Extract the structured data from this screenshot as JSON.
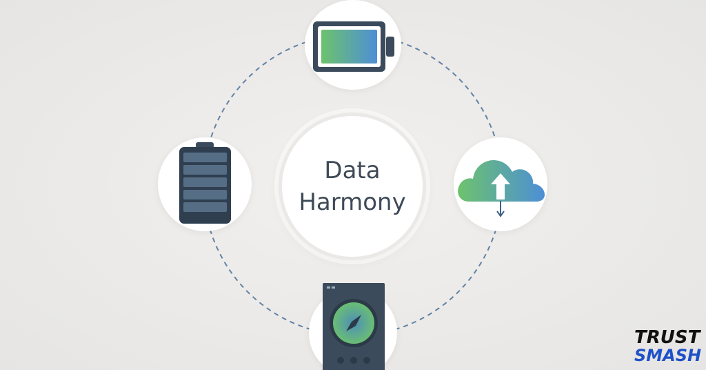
{
  "diagram": {
    "center_label": "Data\nHarmony",
    "nodes": [
      {
        "id": "top",
        "icon": "battery-horizontal-icon"
      },
      {
        "id": "left",
        "icon": "battery-vertical-icon"
      },
      {
        "id": "right",
        "icon": "cloud-upload-icon"
      },
      {
        "id": "bottom",
        "icon": "compass-device-icon"
      }
    ],
    "ring": {
      "style": "dashed",
      "color": "#4a6f99"
    }
  },
  "logo": {
    "line1": "TRUST",
    "line2": "SMASH"
  },
  "colors": {
    "background": "#ecebe9",
    "text": "#3e4a57",
    "dark_slate": "#3b4b5c",
    "gradient_green": "#6dc26d",
    "gradient_blue": "#4d8fd6",
    "logo_blue": "#1e50c8"
  }
}
